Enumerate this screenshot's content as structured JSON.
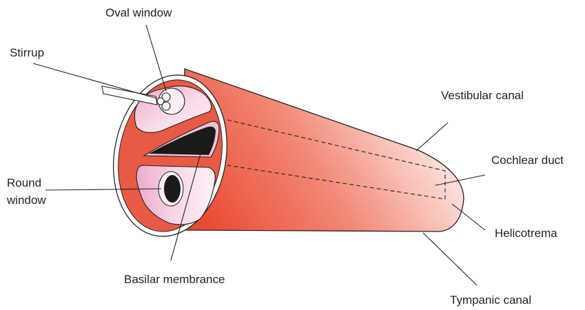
{
  "labels": {
    "oval_window": "Oval window",
    "stirrup": "Stirrup",
    "vestibular_canal": "Vestibular canal",
    "cochlear_duct": "Cochlear duct",
    "round_window_line1": "Round",
    "round_window_line2": "window",
    "helicotrema": "Helicotrema",
    "basilar_membrance": "Basilar membrance",
    "tympanic_canal": "Tympanic canal"
  },
  "colors": {
    "tube_deep": "#ea4a32",
    "tube_light": "#ffffff",
    "end_face": "#e85a44",
    "chamber_light": "#fdf1f6",
    "chamber_pink": "#eea9cc",
    "membrane_dark": "#1a1a1a",
    "outline": "#231f20"
  }
}
